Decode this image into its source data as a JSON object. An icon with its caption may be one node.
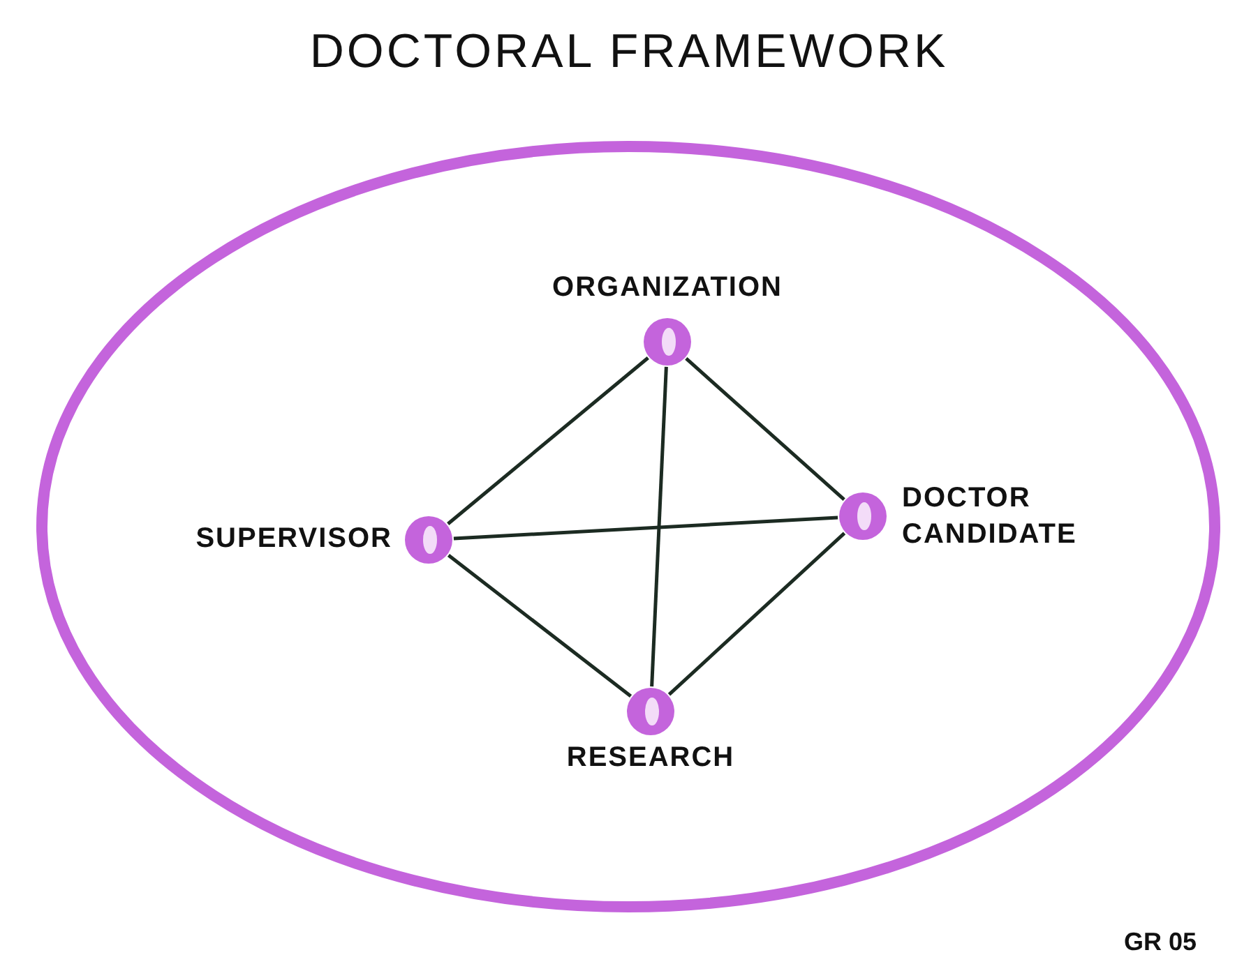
{
  "diagram": {
    "title": "DOCTORAL FRAMEWORK",
    "nodes": [
      {
        "text": [],
        "shape": "ellipse"
      },
      {
        "text": [
          "ORGANIZATION"
        ],
        "in": 0
      },
      {
        "text": [
          "SUPERVISOR"
        ],
        "in": 0
      },
      {
        "text": [
          "DOCTOR CANDIDATE"
        ],
        "in": 0
      },
      {
        "text": [
          "RESEARCH"
        ],
        "in": 0
      }
    ],
    "edges": [
      {
        "from": 1,
        "to": 2,
        "arrow": "none"
      },
      {
        "from": 1,
        "to": 3,
        "arrow": "none"
      },
      {
        "from": 1,
        "to": 4,
        "arrow": "none"
      },
      {
        "from": 2,
        "to": 3,
        "arrow": "none"
      },
      {
        "from": 2,
        "to": 4,
        "arrow": "none"
      },
      {
        "from": 4,
        "to": 3,
        "arrow": "none"
      }
    ],
    "labels": [
      "GR 05"
    ]
  }
}
